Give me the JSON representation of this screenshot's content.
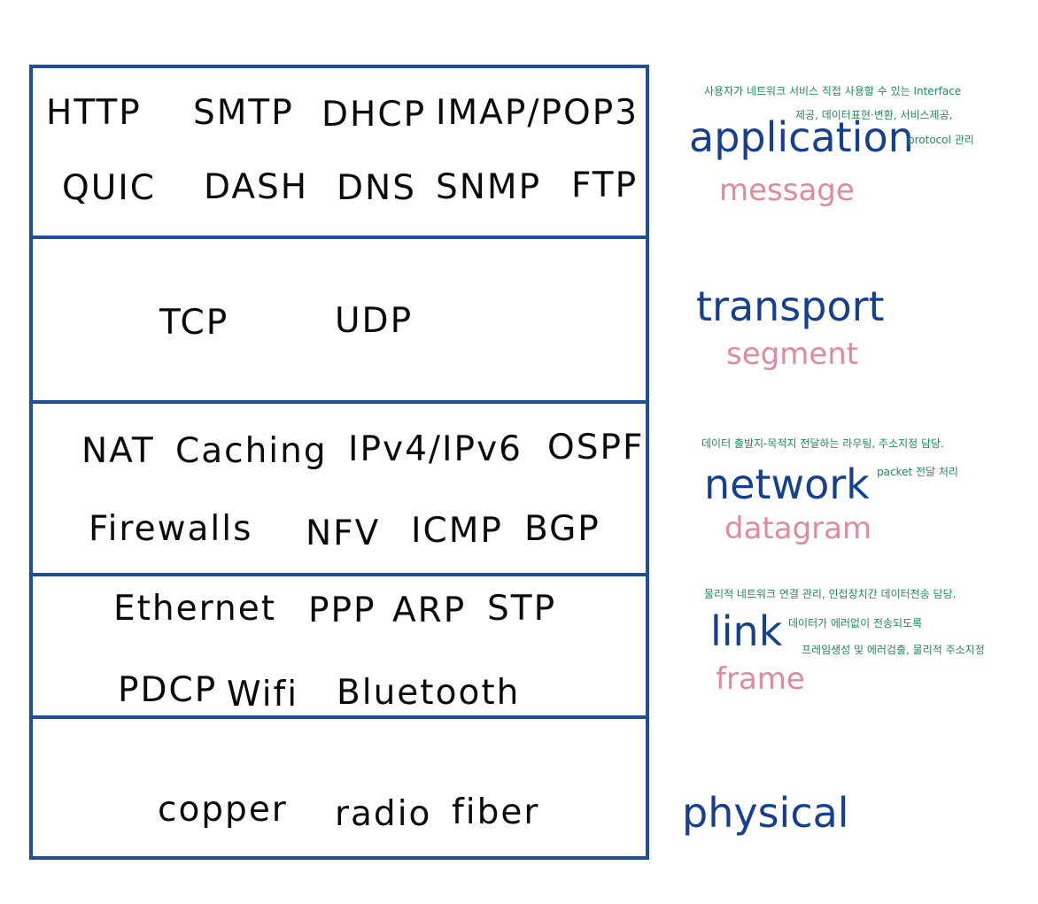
{
  "colors": {
    "frame": "#1d4e98",
    "layer_name": "#153f8f",
    "pdu": "#e08a9a",
    "note": "#1f8a5a",
    "protocol_text": "#0a0a0a"
  },
  "layers": {
    "application": {
      "protocols_row1": [
        "HTTP",
        "SMTP",
        "DHCP",
        "IMAP/POP3"
      ],
      "protocols_row2": [
        "QUIC",
        "DASH",
        "DNS",
        "SNMP",
        "FTP"
      ],
      "name": "application",
      "pdu": "message",
      "note_line1": "사용자가 네트워크 서비스 직접 사용할 수 있는 Interface",
      "note_line2": "제공, 데이터표현·변환, 서비스제공,",
      "note_line3": "protocol 관리"
    },
    "transport": {
      "protocols_row1": [
        "TCP",
        "UDP"
      ],
      "name": "transport",
      "pdu": "segment"
    },
    "network": {
      "protocols_row1": [
        "NAT",
        "Caching",
        "IPv4/IPv6",
        "OSPF"
      ],
      "protocols_row2": [
        "Firewalls",
        "NFV",
        "ICMP",
        "BGP"
      ],
      "name": "network",
      "pdu": "datagram",
      "note_line1": "데이터 출발지-목적지 전달하는 라우팅, 주소지정 담당.",
      "note_line2": "packet 전달 처리"
    },
    "link": {
      "protocols_row1": [
        "Ethernet",
        "PPP",
        "ARP",
        "STP"
      ],
      "protocols_row2": [
        "PDCP",
        "Wifi",
        "Bluetooth"
      ],
      "name": "link",
      "pdu": "frame",
      "note_line1": "물리적 네트워크 연결 관리, 인접장치간 데이터전송 담당.",
      "note_line2": "데이터가 에러없이 전송되도록",
      "note_line3": "프레임생성 및 에러검출, 물리적 주소지정"
    },
    "physical": {
      "protocols_row1": [
        "copper",
        "radio",
        "fiber"
      ],
      "name": "physical"
    }
  }
}
